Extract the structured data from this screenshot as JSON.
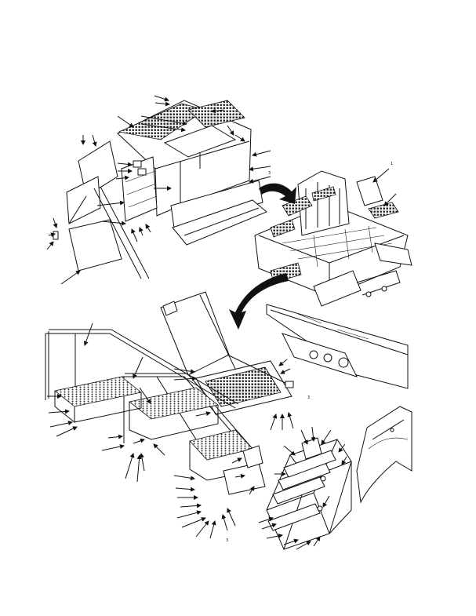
{
  "figure": {
    "tiny_marks": [
      "3",
      "3",
      "1",
      "3"
    ]
  },
  "icons": {
    "locator_arrow_upper": "curved-locator-arrow",
    "locator_arrow_lower": "curved-locator-arrow",
    "callout_arrows": "leader-arrow"
  }
}
